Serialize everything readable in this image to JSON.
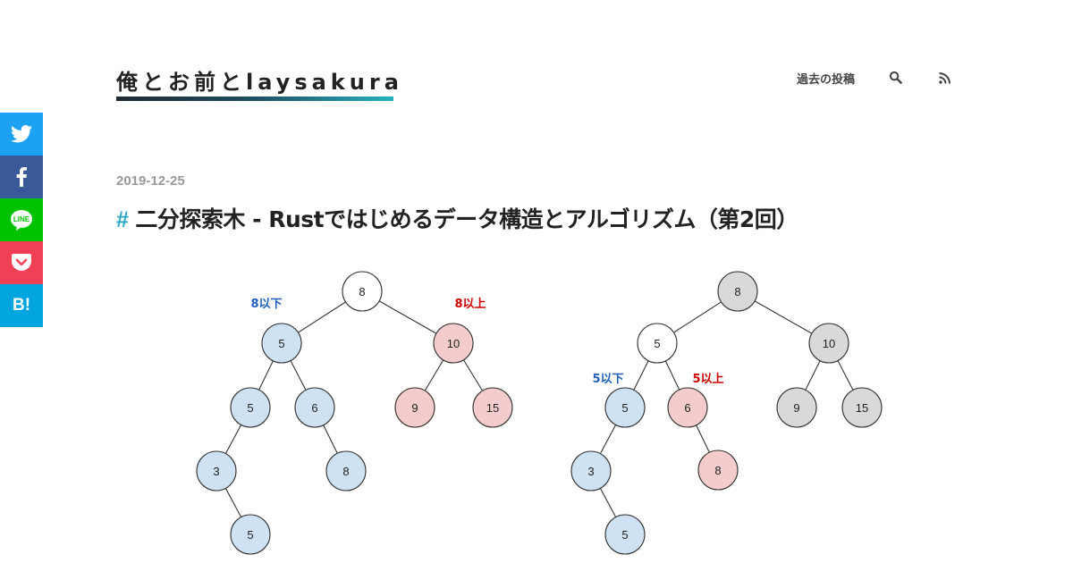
{
  "site": {
    "title": "俺とお前とlaysakura"
  },
  "nav": {
    "archive_label": "過去の投稿",
    "search_icon": "search-icon",
    "rss_icon": "rss-icon"
  },
  "share": [
    {
      "name": "twitter",
      "color": "#1da1f2",
      "icon": "twitter-icon"
    },
    {
      "name": "facebook",
      "color": "#3b5998",
      "icon": "facebook-icon"
    },
    {
      "name": "line",
      "label": "LINE",
      "color": "#00c300",
      "icon": "line-icon"
    },
    {
      "name": "pocket",
      "color": "#ef4056",
      "icon": "pocket-icon"
    },
    {
      "name": "hatena",
      "label": "B!",
      "color": "#00a4de",
      "icon": "hatena-icon"
    }
  ],
  "post": {
    "date": "2019-12-25",
    "hash": "#",
    "title": "二分探索木 - Rustではじめるデータ構造とアルゴリズム（第2回）"
  },
  "figure": {
    "colors": {
      "blue": "#cfe2f3",
      "red": "#f4cccc",
      "gray": "#d9d9d9",
      "white": "#ffffff",
      "label_blue": "#1f5fbf",
      "label_red": "#cc0000"
    },
    "trees": [
      {
        "labels": [
          {
            "text": "8以下",
            "color": "blue"
          },
          {
            "text": "8以上",
            "color": "red"
          }
        ],
        "nodes": [
          {
            "id": "a",
            "value": "8",
            "fill": "white"
          },
          {
            "id": "b",
            "value": "5",
            "fill": "blue"
          },
          {
            "id": "c",
            "value": "10",
            "fill": "red"
          },
          {
            "id": "d",
            "value": "5",
            "fill": "blue"
          },
          {
            "id": "e",
            "value": "6",
            "fill": "blue"
          },
          {
            "id": "f",
            "value": "9",
            "fill": "red"
          },
          {
            "id": "g",
            "value": "15",
            "fill": "red"
          },
          {
            "id": "h",
            "value": "3",
            "fill": "blue"
          },
          {
            "id": "i",
            "value": "8",
            "fill": "blue"
          },
          {
            "id": "j",
            "value": "5",
            "fill": "blue"
          }
        ],
        "edges": [
          [
            "a",
            "b"
          ],
          [
            "a",
            "c"
          ],
          [
            "b",
            "d"
          ],
          [
            "b",
            "e"
          ],
          [
            "c",
            "f"
          ],
          [
            "c",
            "g"
          ],
          [
            "d",
            "h"
          ],
          [
            "e",
            "i"
          ],
          [
            "h",
            "j"
          ]
        ]
      },
      {
        "labels": [
          {
            "text": "5以下",
            "color": "blue"
          },
          {
            "text": "5以上",
            "color": "red"
          }
        ],
        "nodes": [
          {
            "id": "a",
            "value": "8",
            "fill": "gray"
          },
          {
            "id": "b",
            "value": "5",
            "fill": "white"
          },
          {
            "id": "c",
            "value": "10",
            "fill": "gray"
          },
          {
            "id": "d",
            "value": "5",
            "fill": "blue"
          },
          {
            "id": "e",
            "value": "6",
            "fill": "red"
          },
          {
            "id": "f",
            "value": "9",
            "fill": "gray"
          },
          {
            "id": "g",
            "value": "15",
            "fill": "gray"
          },
          {
            "id": "h",
            "value": "3",
            "fill": "blue"
          },
          {
            "id": "i",
            "value": "8",
            "fill": "red"
          },
          {
            "id": "j",
            "value": "5",
            "fill": "blue"
          }
        ],
        "edges": [
          [
            "a",
            "b"
          ],
          [
            "a",
            "c"
          ],
          [
            "b",
            "d"
          ],
          [
            "b",
            "e"
          ],
          [
            "c",
            "f"
          ],
          [
            "c",
            "g"
          ],
          [
            "d",
            "h"
          ],
          [
            "e",
            "i"
          ],
          [
            "h",
            "j"
          ]
        ]
      }
    ]
  }
}
